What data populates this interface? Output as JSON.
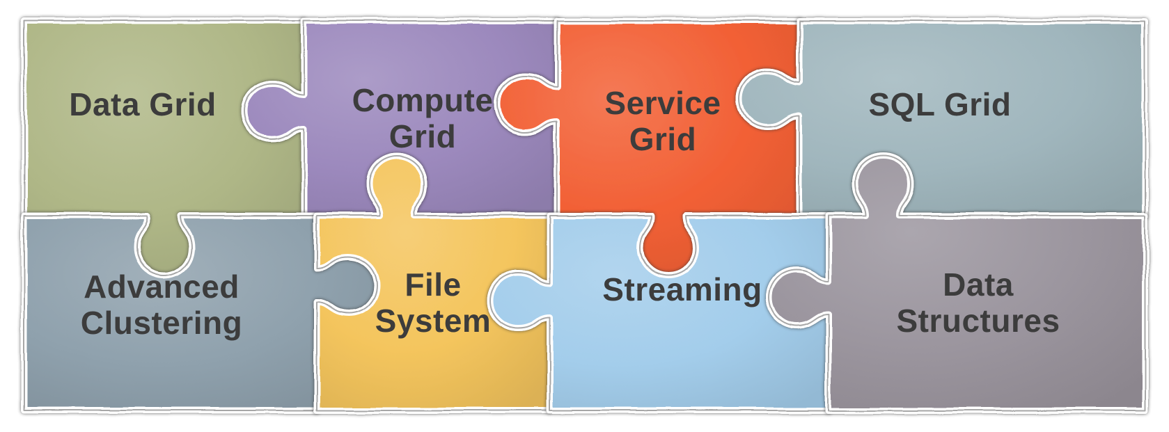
{
  "diagram": {
    "background": "#ffffff",
    "gap_color": "#ffffff",
    "outline_color": "#3b3b3b",
    "text_color": "#3c3c3c",
    "pieces": [
      {
        "name": "data-grid",
        "label": "Data Grid",
        "label_lines": [
          "Data Grid"
        ],
        "color": "#afb787",
        "row": 0,
        "col": 0,
        "edges": {
          "top": "flat",
          "right": "blank",
          "bottom": "tab",
          "left": "flat"
        }
      },
      {
        "name": "compute-grid",
        "label": "Compute Grid",
        "label_lines": [
          "Compute",
          "Grid"
        ],
        "color": "#9c89bd",
        "row": 0,
        "col": 1,
        "edges": {
          "top": "flat",
          "right": "blank",
          "bottom": "blank",
          "left": "tab"
        }
      },
      {
        "name": "service-grid",
        "label": "Service Grid",
        "label_lines": [
          "Service",
          "Grid"
        ],
        "color": "#f26035",
        "row": 0,
        "col": 2,
        "edges": {
          "top": "flat",
          "right": "blank",
          "bottom": "tab",
          "left": "tab"
        }
      },
      {
        "name": "sql-grid",
        "label": "SQL Grid",
        "label_lines": [
          "SQL Grid"
        ],
        "color": "#a0b6bd",
        "row": 0,
        "col": 3,
        "edges": {
          "top": "flat",
          "right": "flat",
          "bottom": "blank",
          "left": "tab"
        }
      },
      {
        "name": "advanced-clustering",
        "label": "Advanced Clustering",
        "label_lines": [
          "Advanced",
          "Clustering"
        ],
        "color": "#8fa1ad",
        "row": 1,
        "col": 0,
        "edges": {
          "top": "blank",
          "right": "tab",
          "bottom": "flat",
          "left": "flat"
        }
      },
      {
        "name": "file-system",
        "label": "File System",
        "label_lines": [
          "File",
          "System"
        ],
        "color": "#f4c55d",
        "row": 1,
        "col": 1,
        "edges": {
          "top": "tab",
          "right": "blank",
          "bottom": "flat",
          "left": "blank"
        }
      },
      {
        "name": "streaming",
        "label": "Streaming",
        "label_lines": [
          "Streaming"
        ],
        "color": "#a3cdeb",
        "row": 1,
        "col": 2,
        "edges": {
          "top": "blank",
          "right": "blank",
          "bottom": "flat",
          "left": "tab"
        }
      },
      {
        "name": "data-structures",
        "label": "Data Structures",
        "label_lines": [
          "Data",
          "Structures"
        ],
        "color": "#9b959e",
        "row": 1,
        "col": 3,
        "edges": {
          "top": "tab",
          "right": "flat",
          "bottom": "flat",
          "left": "tab"
        }
      }
    ]
  }
}
